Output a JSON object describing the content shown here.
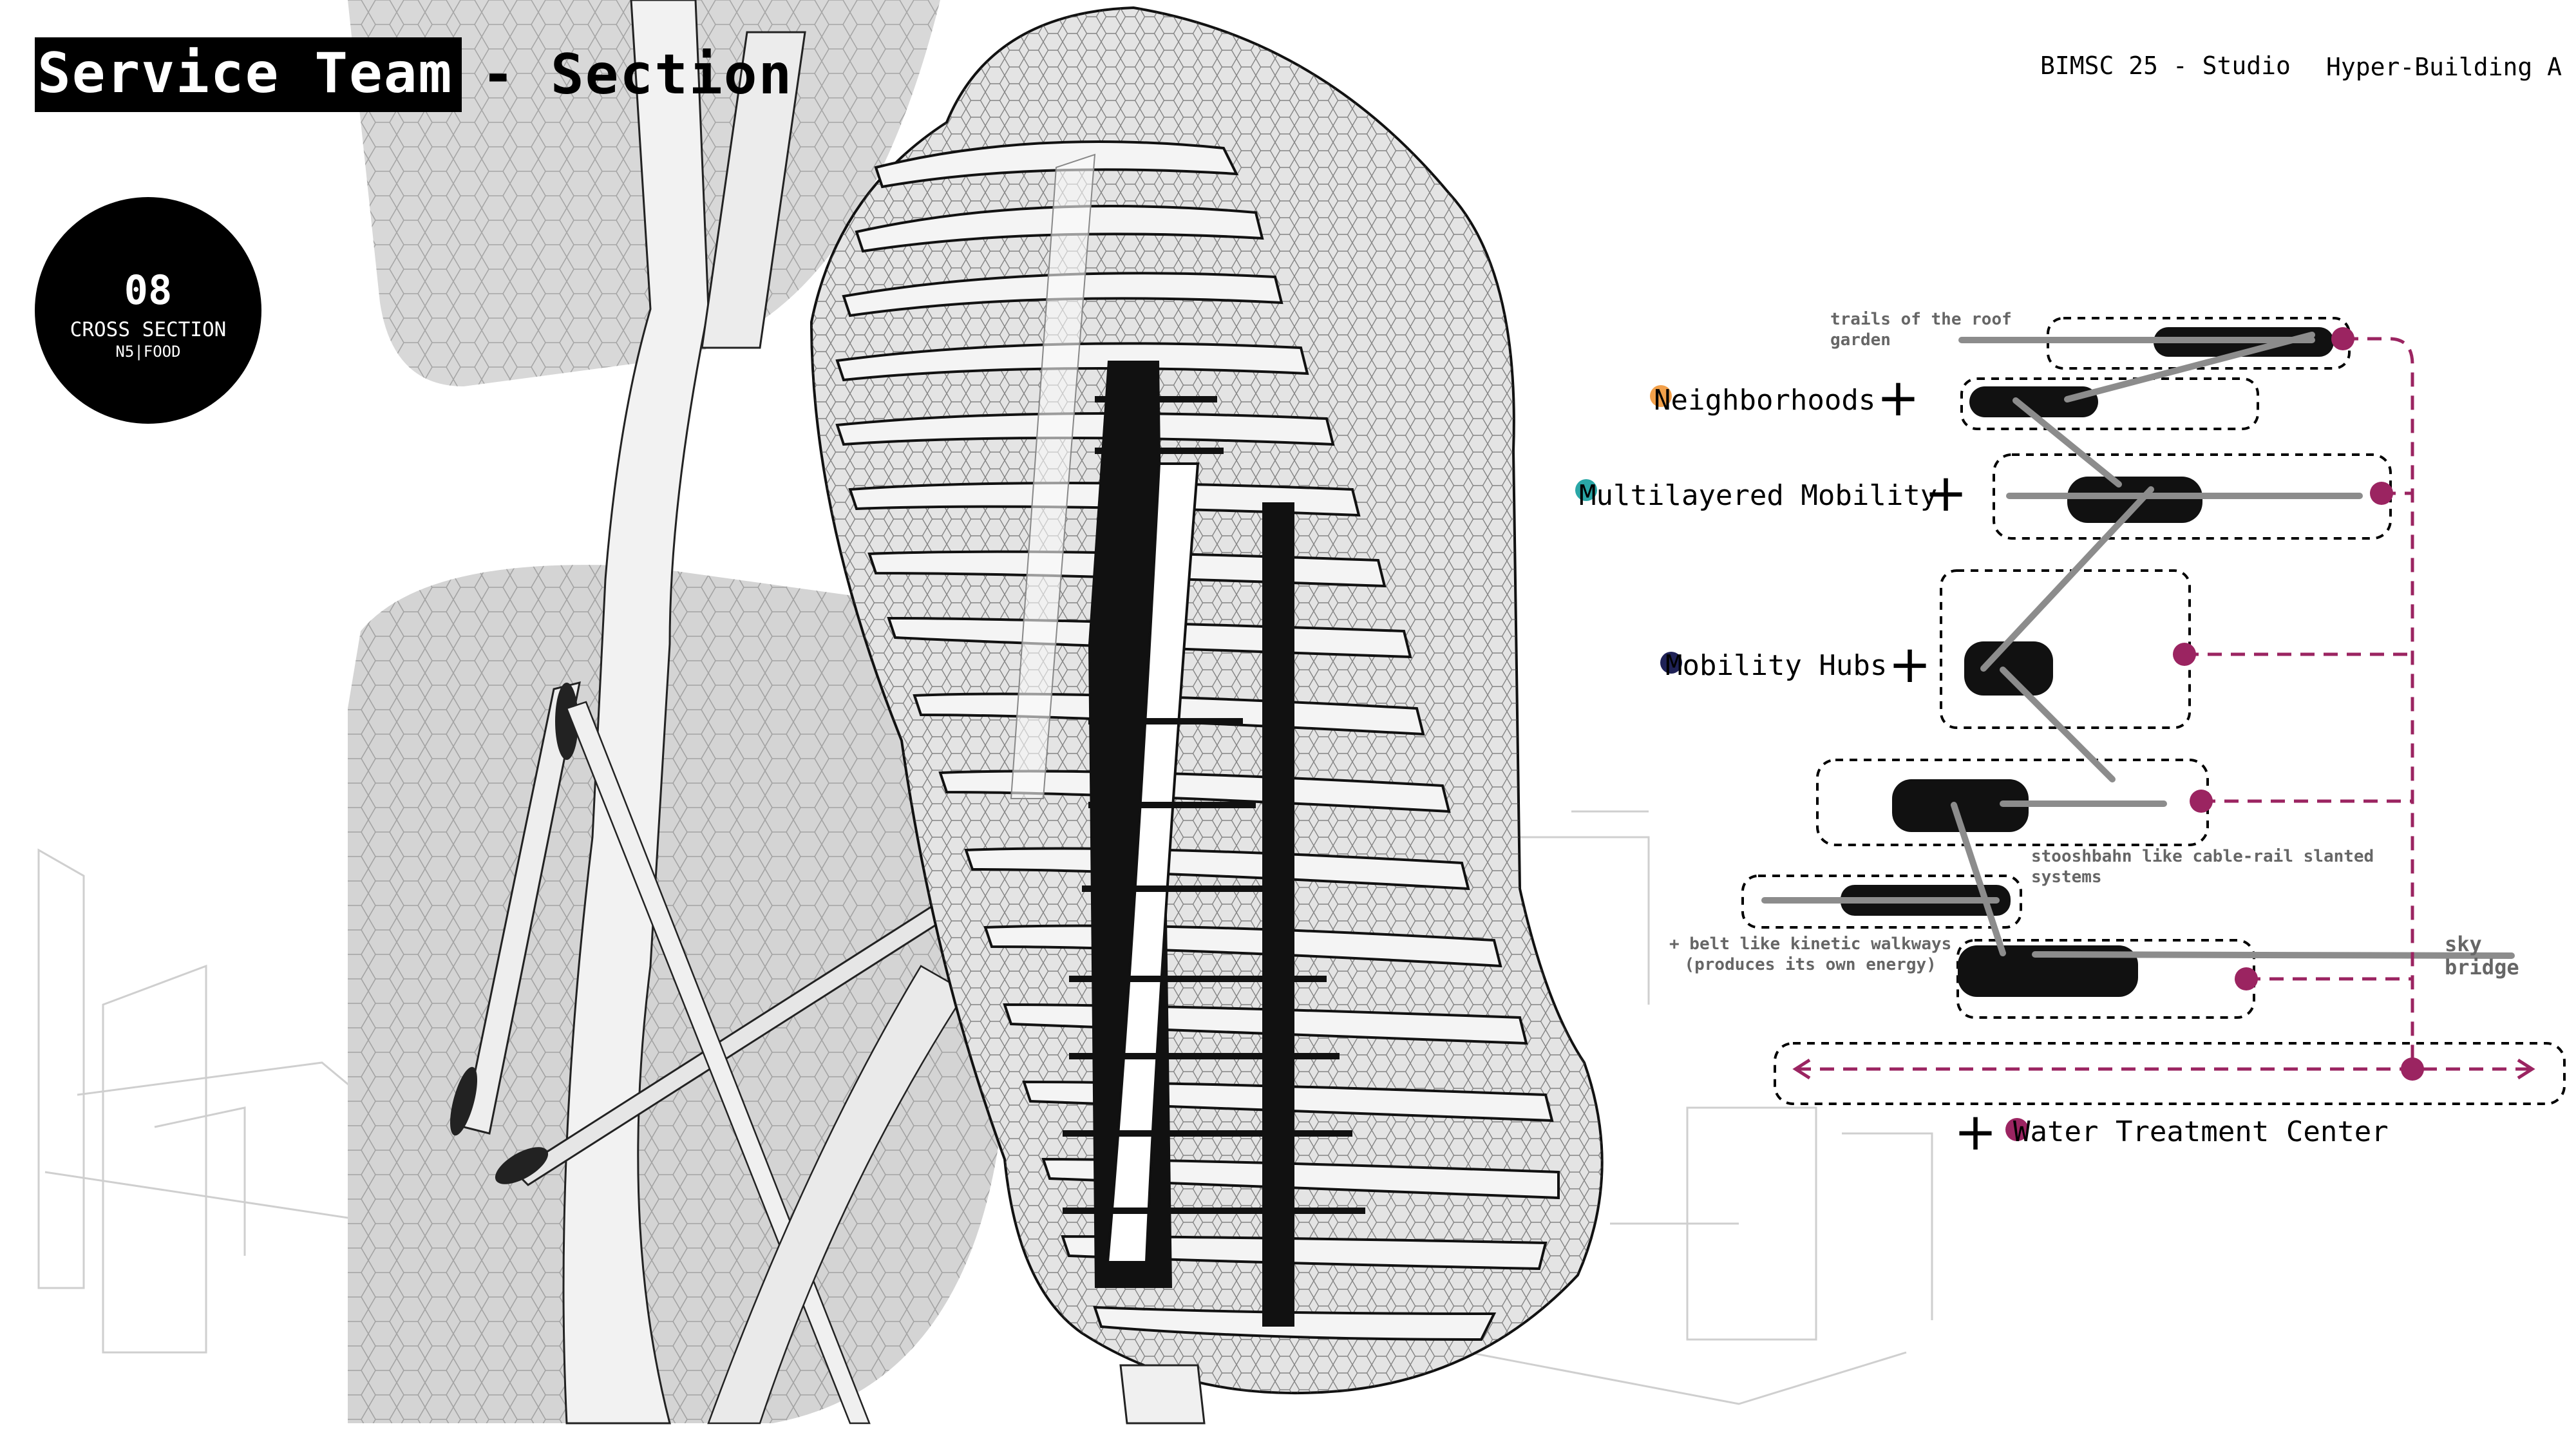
{
  "header": {
    "title_highlight": "Service Team",
    "title_rest": "- Section",
    "course": "BIMSC 25 - Studio",
    "project": "Hyper-Building A"
  },
  "badge": {
    "number": "08",
    "label": "CROSS SECTION",
    "sub": "N5|FOOD"
  },
  "diagram": {
    "labels": {
      "neighborhoods": "Neighborhoods",
      "multilayered_mobility": "Multilayered Mobility",
      "mobility_hubs": "Mobility Hubs",
      "water_treatment": "Water Treatment Center"
    },
    "notes": {
      "roof_trails_line1": "trails of the roof",
      "roof_trails_line2": "garden",
      "stooshbahn_line1": "stooshbahn like cable-rail slanted",
      "stooshbahn_line2": "systems",
      "belt_line1": "+ belt like kinetic walkways",
      "belt_line2": "(produces its own energy)",
      "sky_line1": "sky",
      "sky_line2": "bridge"
    },
    "plus_symbol": "+",
    "colors": {
      "neighborhoods_dot": "#f2a04a",
      "multilayered_dot": "#2aa7a7",
      "mobility_hubs_dot": "#1f2257",
      "connector": "#9b2461",
      "line_gray": "#8c8c8c"
    }
  }
}
